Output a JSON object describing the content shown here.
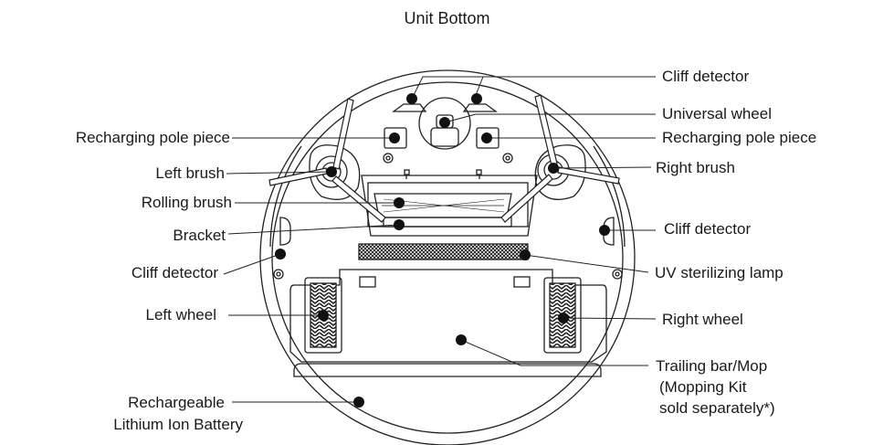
{
  "title": "Unit Bottom",
  "labels": {
    "cliff_top": "Cliff detector",
    "universal_wheel": "Universal wheel",
    "recharging_left": "Recharging pole piece",
    "recharging_right": "Recharging pole piece",
    "left_brush": "Left brush",
    "right_brush": "Right brush",
    "rolling_brush": "Rolling brush",
    "bracket": "Bracket",
    "cliff_right": "Cliff detector",
    "cliff_left": "Cliff detector",
    "uv_lamp": "UV sterilizing lamp",
    "left_wheel": "Left wheel",
    "right_wheel": "Right wheel",
    "trailing_bar": "Trailing bar/Mop",
    "mopping_kit_1": "(Mopping Kit",
    "mopping_kit_2": "sold separately*)",
    "battery_1": "Rechargeable",
    "battery_2": "Lithium Ion Battery"
  }
}
